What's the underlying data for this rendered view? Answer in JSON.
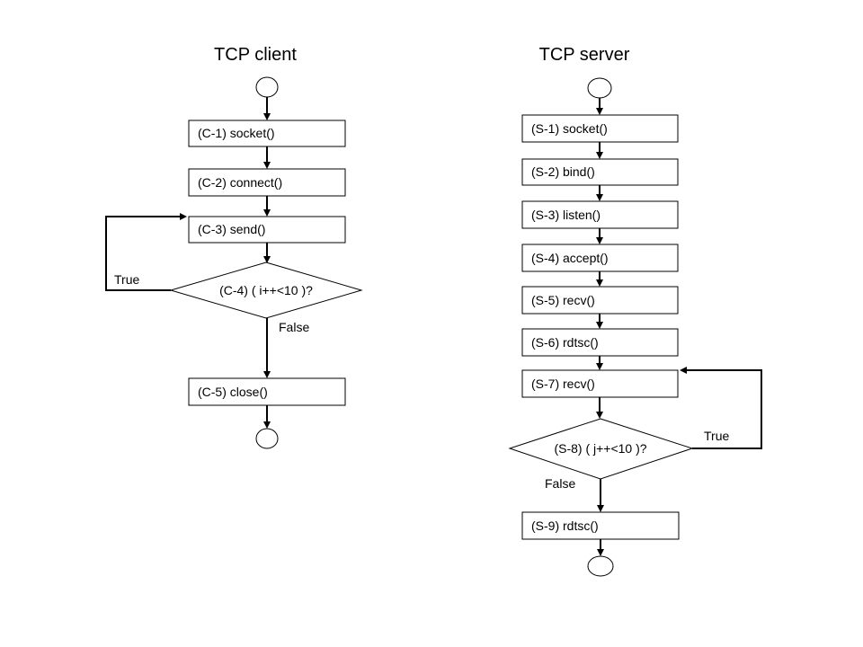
{
  "client": {
    "title": "TCP client",
    "steps": [
      "(C-1)  socket()",
      "(C-2)  connect()",
      "(C-3)  send()",
      "(C-5)  close()"
    ],
    "decision": "(C-4)  ( i++<10 )?",
    "true_label": "True",
    "false_label": "False"
  },
  "server": {
    "title": "TCP server",
    "steps": [
      "(S-1)  socket()",
      "(S-2)  bind()",
      "(S-3)  listen()",
      "(S-4)  accept()",
      "(S-5)  recv()",
      "(S-6)  rdtsc()",
      "(S-7)  recv()",
      "(S-9)  rdtsc()"
    ],
    "decision": "(S-8)  ( j++<10 )?",
    "true_label": "True",
    "false_label": "False"
  },
  "colors": {
    "stroke": "#000000",
    "fill": "#ffffff"
  }
}
